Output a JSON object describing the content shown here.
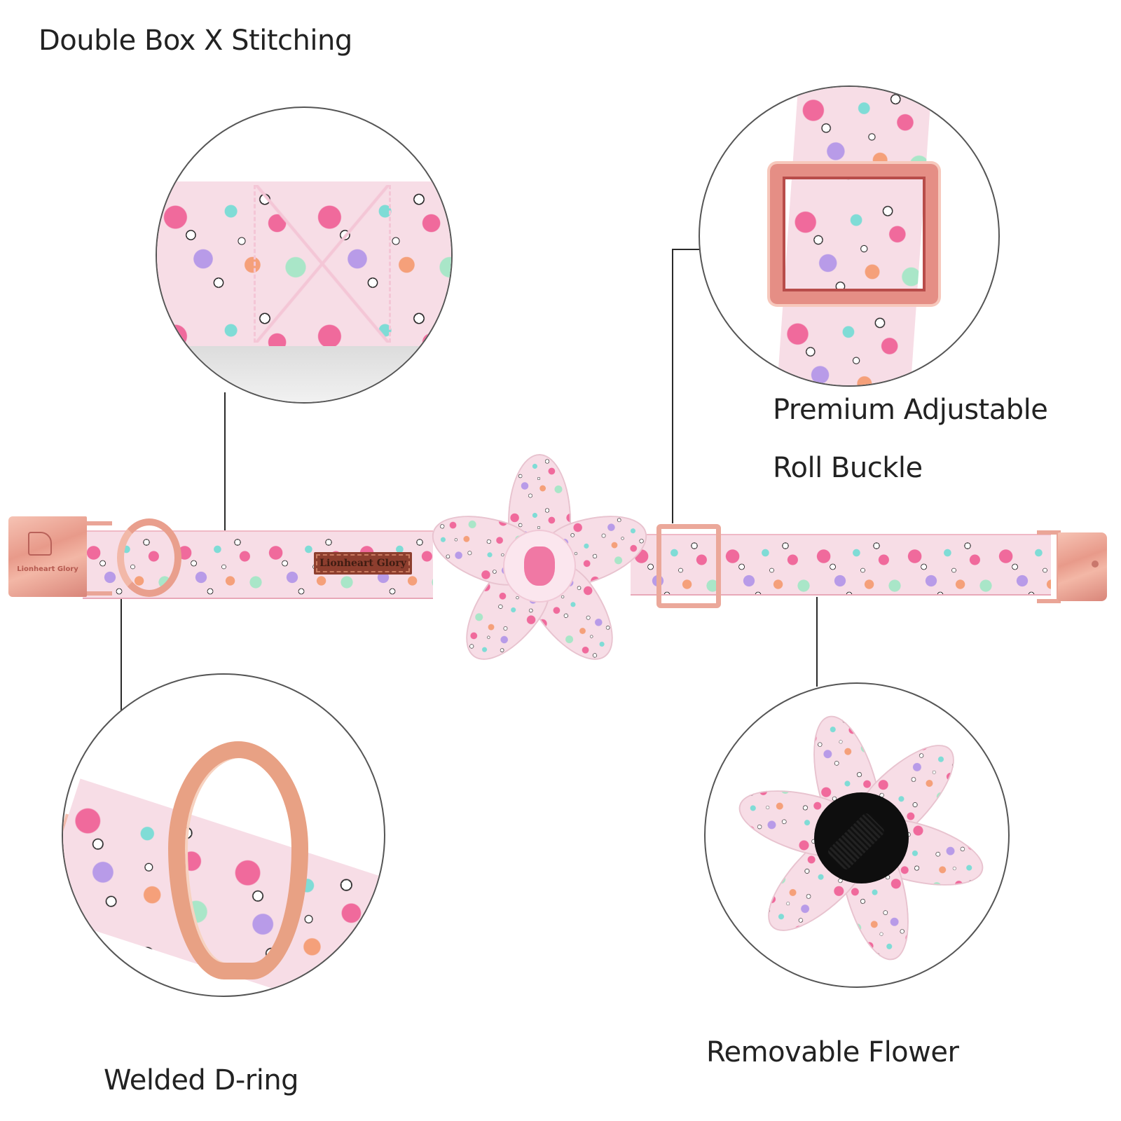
{
  "labels": {
    "stitching": "Double Box X Stitching",
    "buckle_line1": "Premium Adjustable",
    "buckle_line2": "Roll Buckle",
    "dring": "Welded D-ring",
    "flower": "Removable Flower"
  },
  "product": {
    "brand_buckle_text": "Lionheart Glory",
    "brand_tag_text": "Lionheart Glory",
    "pattern": "pastel bunny and daisy print",
    "hardware_finish": "rose gold"
  },
  "detail_callouts": [
    {
      "id": "stitching",
      "feature": "stitching-detail"
    },
    {
      "id": "roll-buckle",
      "feature": "roll-buckle-detail"
    },
    {
      "id": "dring",
      "feature": "d-ring-detail"
    },
    {
      "id": "flower",
      "feature": "flower-back-detail"
    }
  ],
  "colors": {
    "text": "#222222",
    "fabric_bg": "#f7dde6",
    "bunny_pink": "#f06a9c",
    "bunny_purple": "#b89be8",
    "bunny_teal": "#7fdcd6",
    "bunny_peach": "#f5a07a",
    "rose_gold": "#e99f8d",
    "felt_black": "#0e0e0e",
    "tag_brown": "#8d3e2e"
  }
}
